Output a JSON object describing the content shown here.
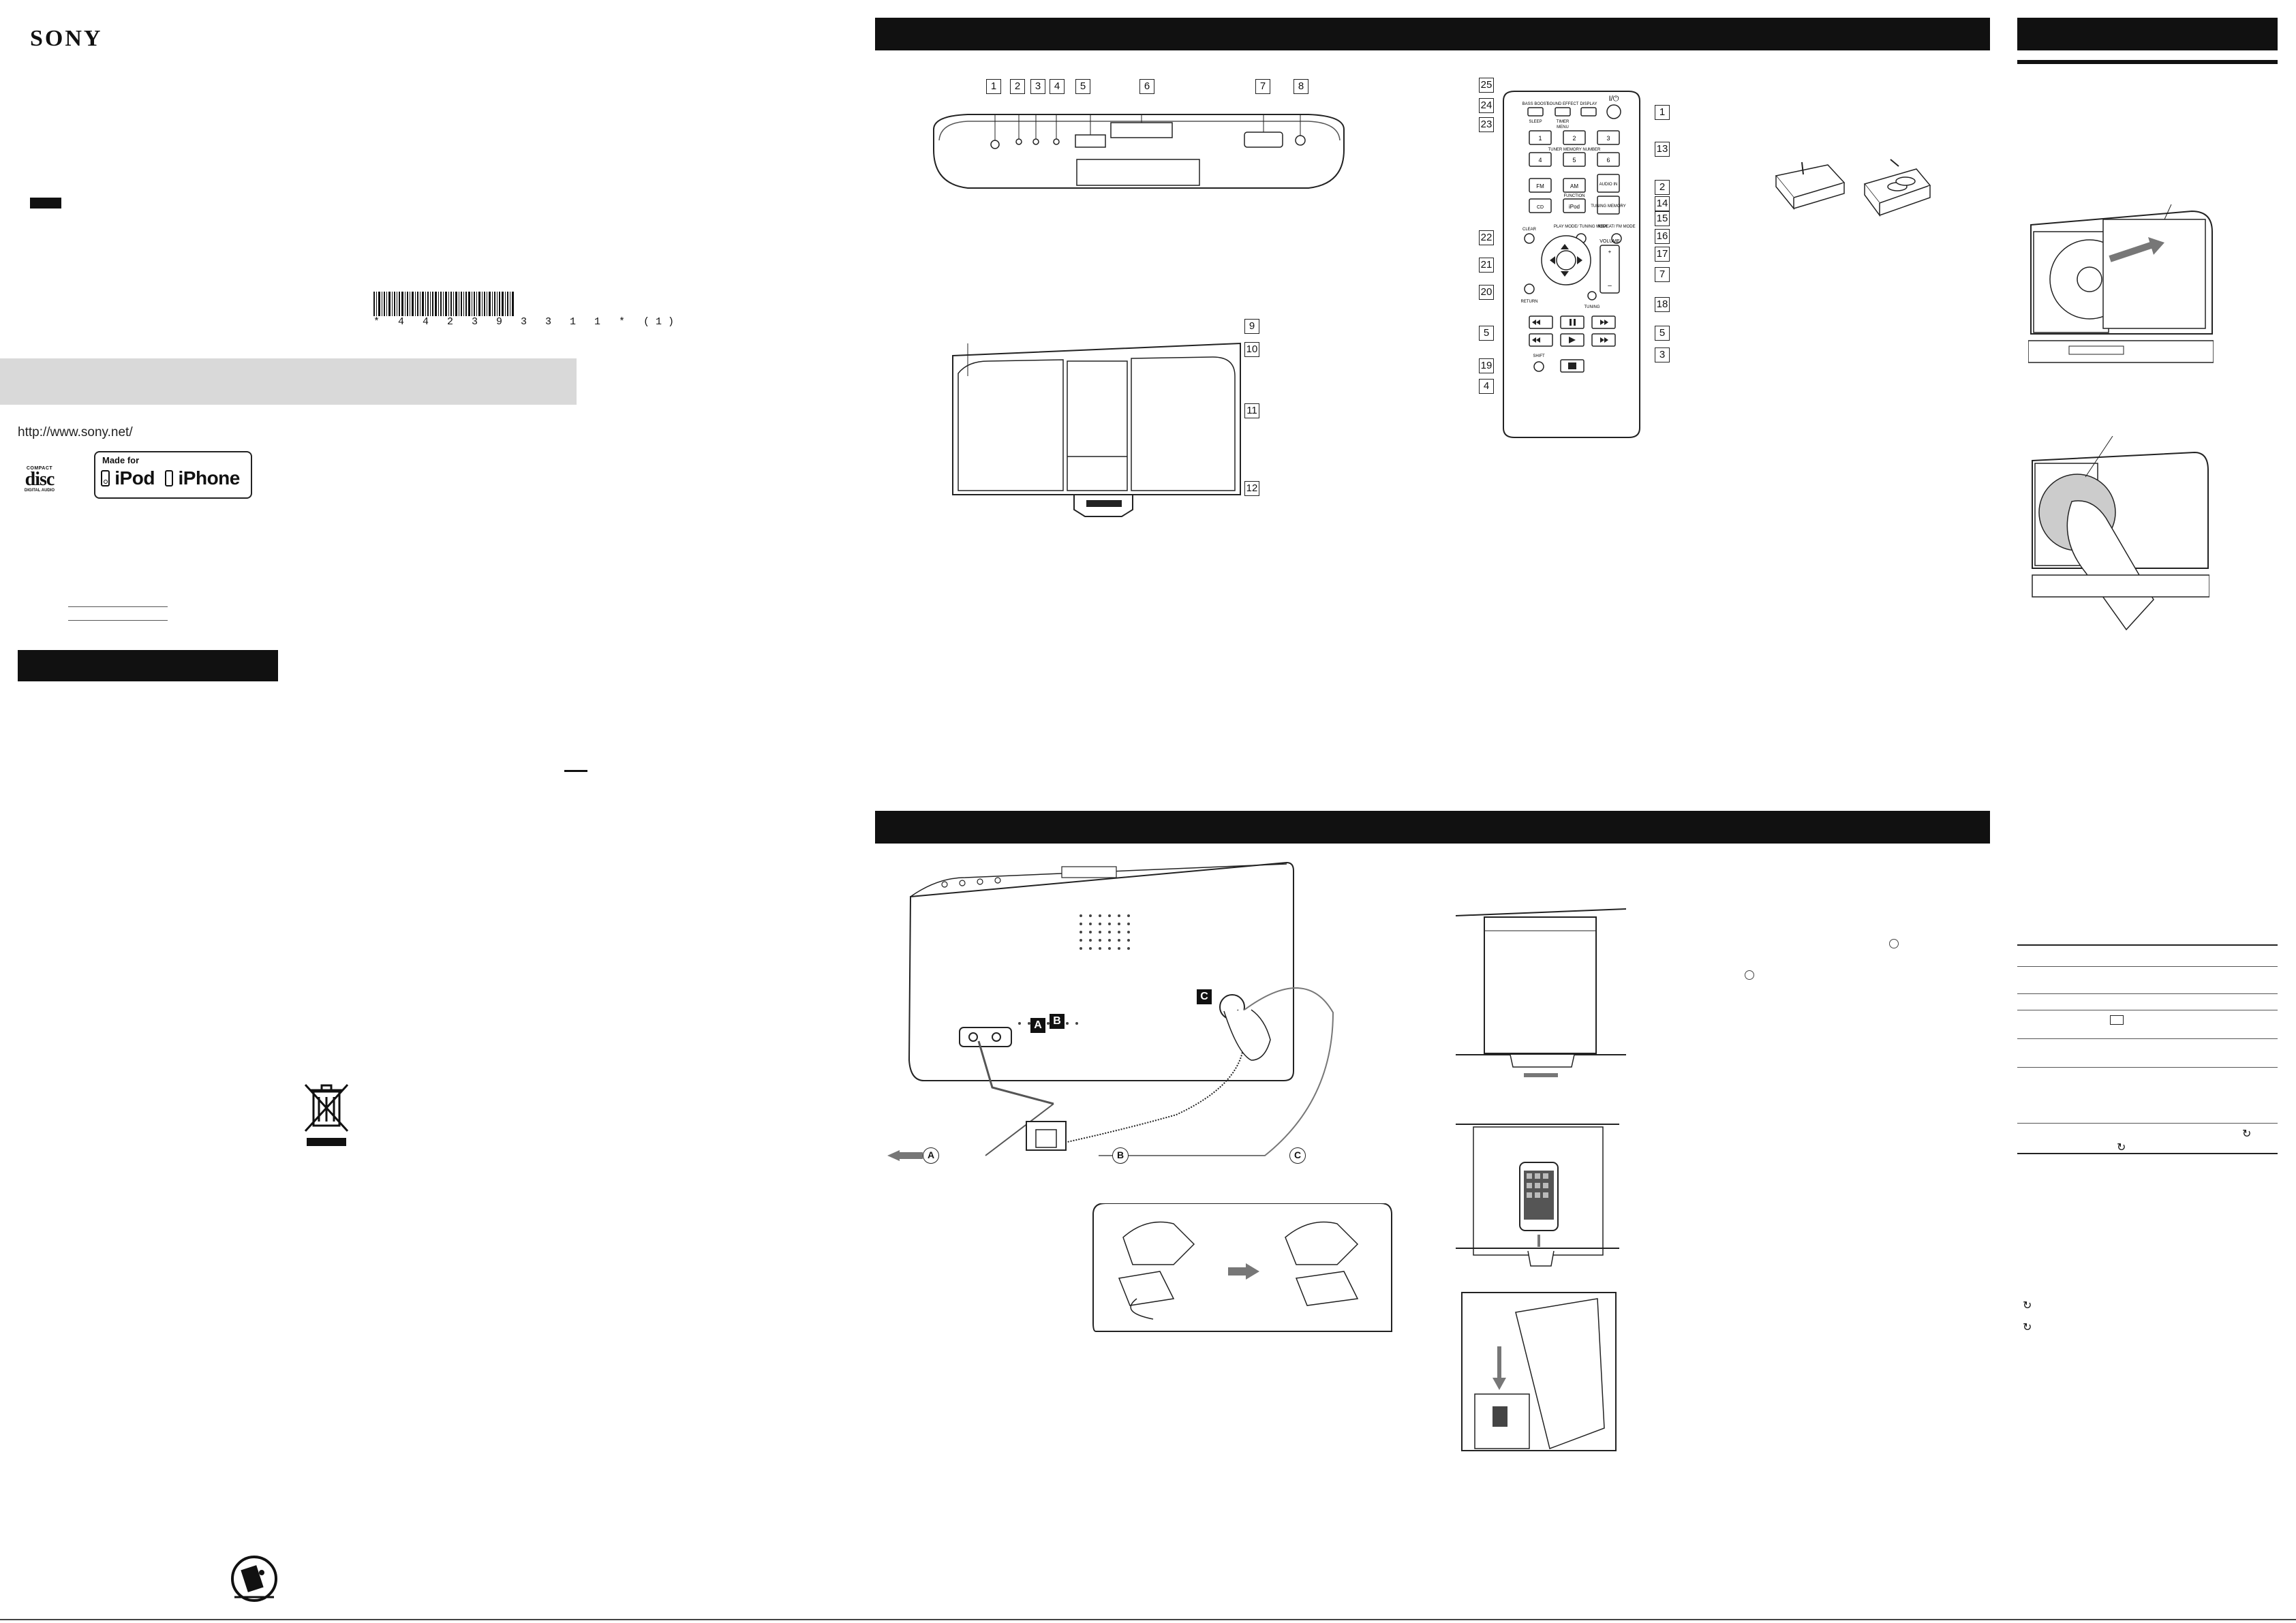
{
  "cover": {
    "brand": "SONY",
    "barcode_digits": "* 4 4 2 3 9 3 3 1 1 * (1)",
    "url": "http://www.sony.net/",
    "badge": {
      "made_for": "Made for",
      "ipod": "iPod",
      "iphone": "iPhone"
    },
    "cd_logo": {
      "top": "COMPACT",
      "main": "disc",
      "bottom": "DIGITAL AUDIO"
    }
  },
  "unit_top": {
    "callouts": [
      "1",
      "2",
      "3",
      "4",
      "5",
      "6",
      "7",
      "8"
    ]
  },
  "unit_front": {
    "callouts": [
      "9",
      "10",
      "11",
      "12"
    ]
  },
  "remote": {
    "callouts_right": [
      "1",
      "13",
      "2",
      "14",
      "15",
      "16",
      "17",
      "7",
      "18",
      "5",
      "3"
    ],
    "callouts_left": [
      "25",
      "24",
      "23",
      "22",
      "21",
      "20",
      "5",
      "19",
      "4"
    ],
    "labels": {
      "power": "I/⏻",
      "bass_boost": "BASS BOOST",
      "sound_effect": "SOUND EFFECT",
      "display": "DISPLAY",
      "sleep": "SLEEP",
      "timer": "TIMER",
      "menu": "MENU",
      "tuner_memory_number": "TUNER MEMORY NUMBER",
      "function": "FUNCTION",
      "fm": "FM",
      "am": "AM",
      "audio_in": "AUDIO IN",
      "cd": "CD",
      "ipod": "iPod",
      "tuning_memory": "TUNING MEMORY",
      "repeat_fm_mode": "REPEAT/ FM MODE",
      "clear": "CLEAR",
      "play_mode_tuning_mode": "PLAY MODE/ TUNING MODE",
      "volume": "VOLUME",
      "return": "RETURN",
      "tuning": "TUNING",
      "shift": "SHIFT",
      "vol_plus": "+",
      "vol_minus": "–",
      "digits": [
        "1",
        "2",
        "3",
        "4",
        "5",
        "6"
      ]
    }
  },
  "connections": {
    "boxes": [
      "A",
      "B",
      "C"
    ],
    "circles": [
      "A",
      "B",
      "C"
    ]
  }
}
